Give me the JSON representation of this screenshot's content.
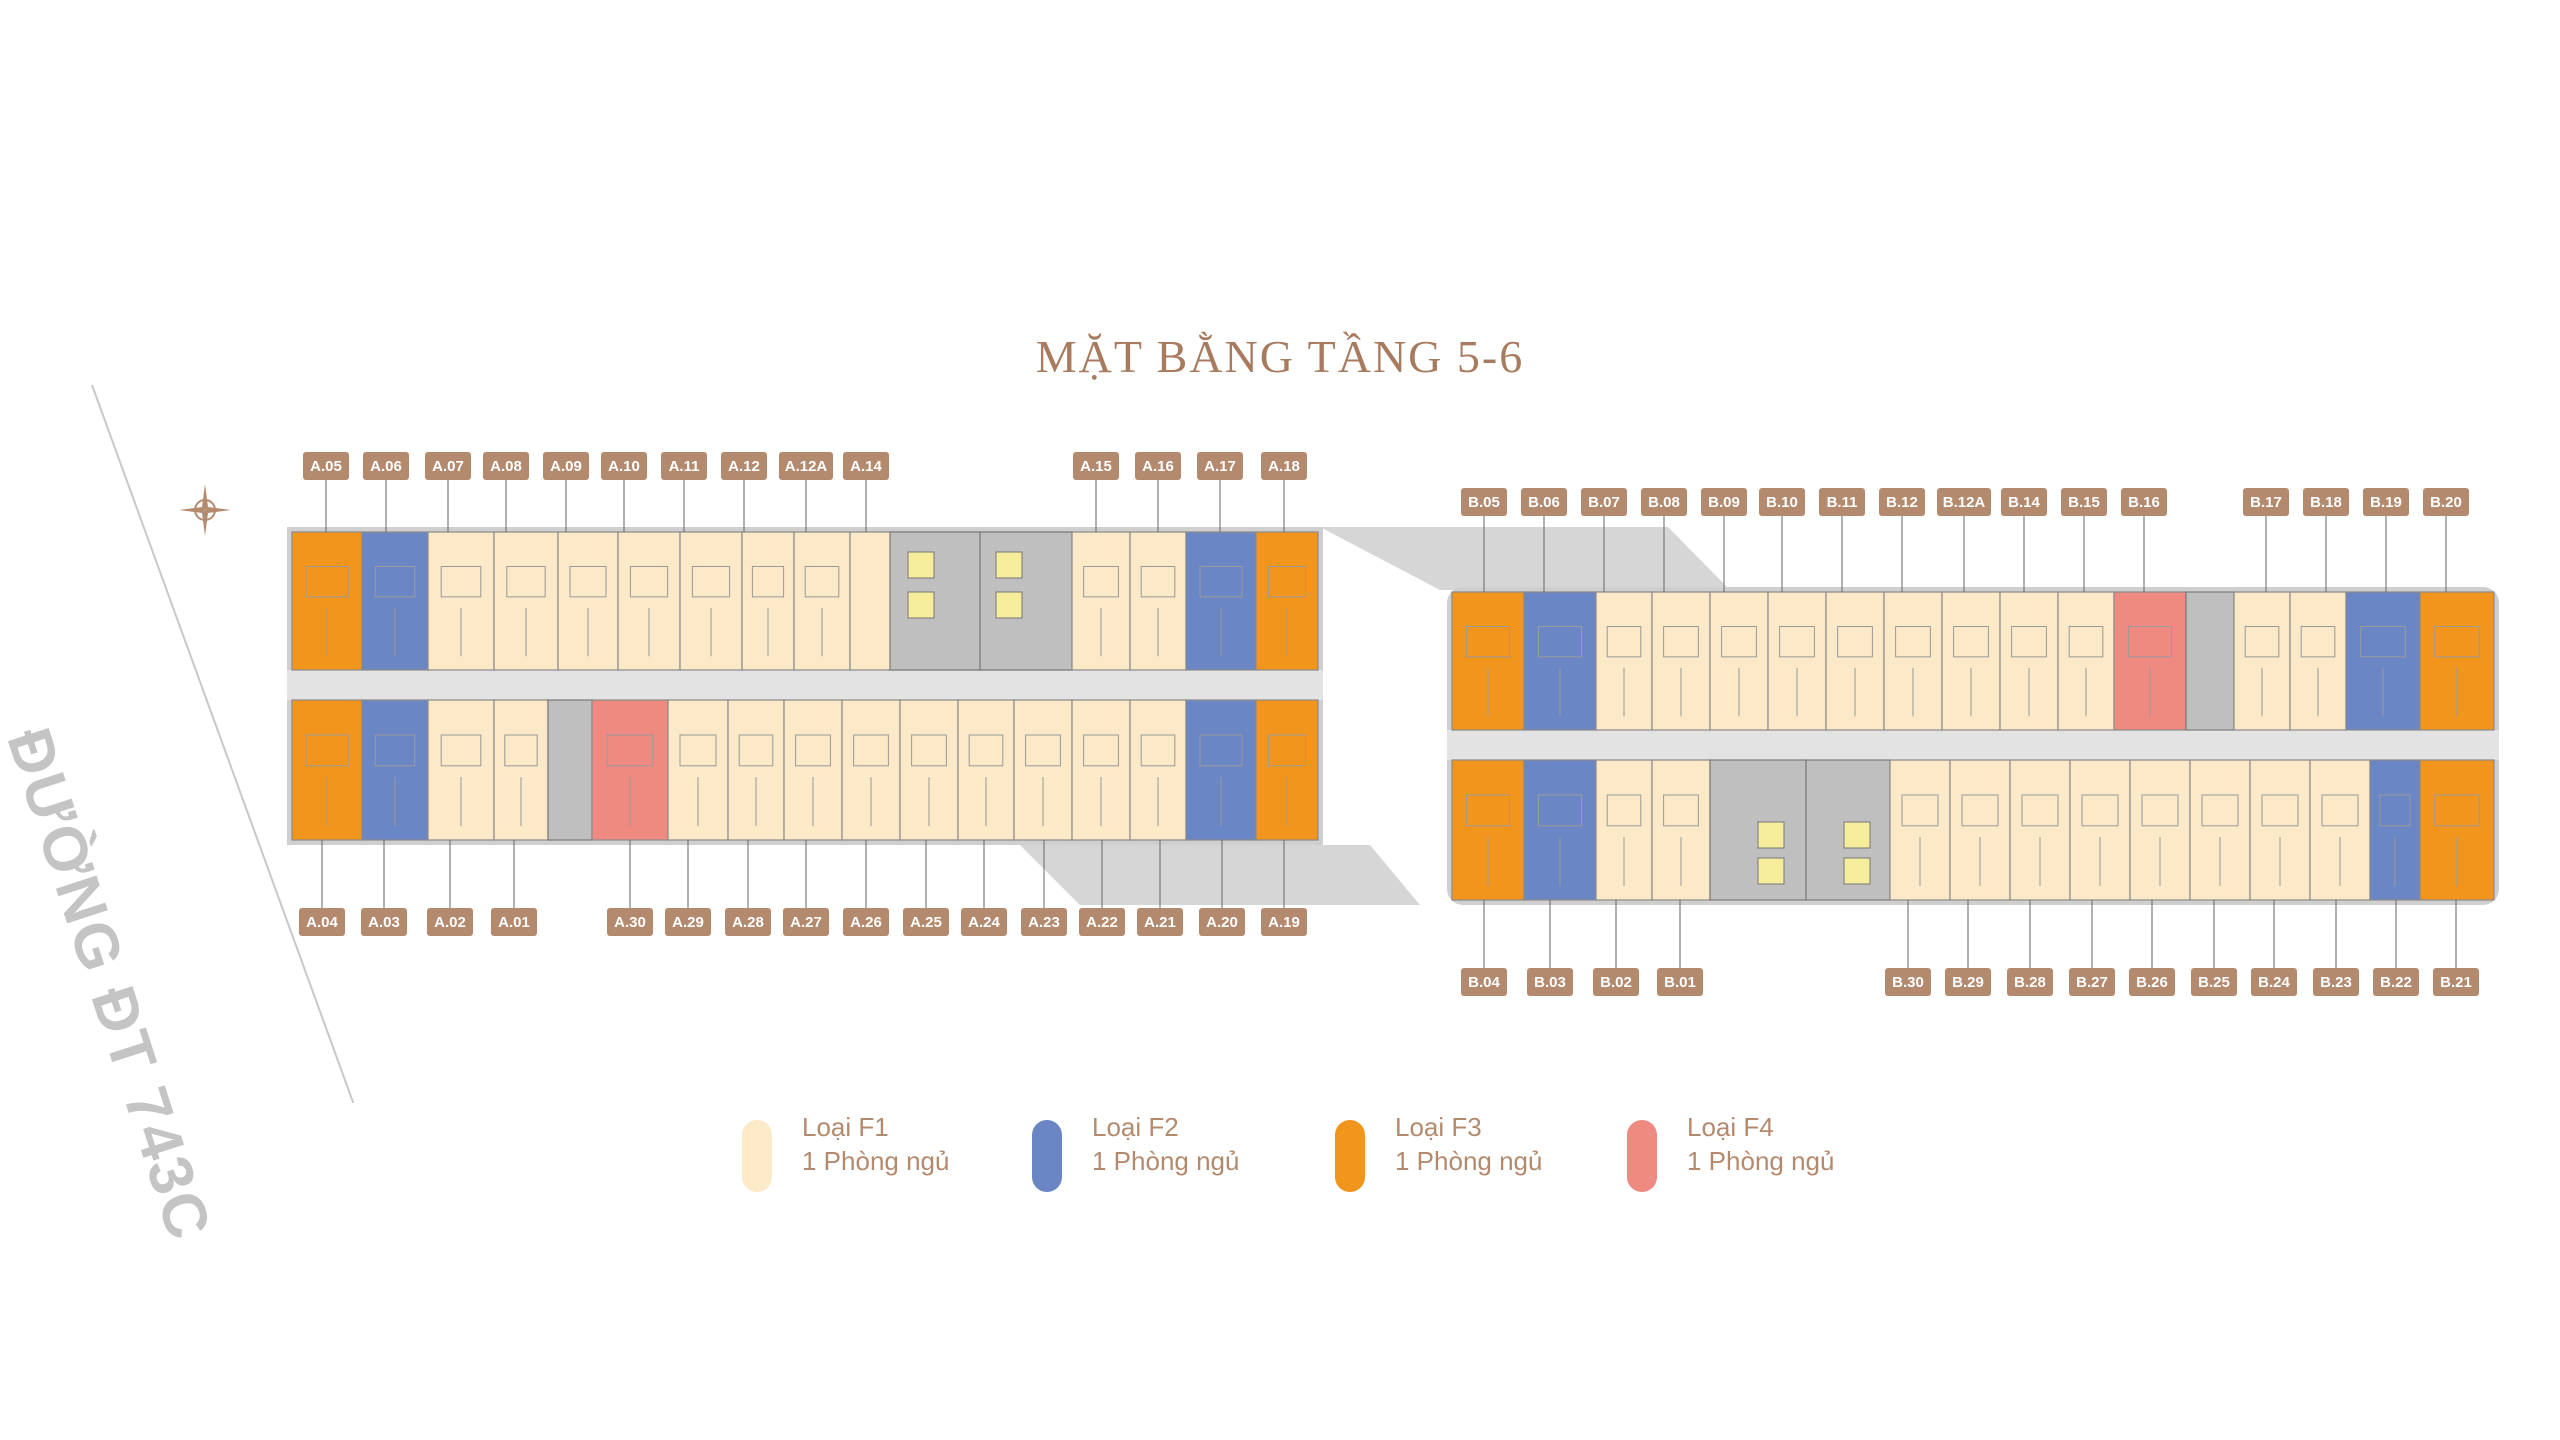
{
  "title": "MẶT BẰNG TẦNG 5-6",
  "road": "ĐƯỜNG ĐT 743C",
  "colors": {
    "F1": "#fbe9c7",
    "F2": "#6b86c4",
    "F3": "#f1951d",
    "F4": "#ef8a80",
    "corridor": "#e3e3e3",
    "service": "#bfbfbf",
    "tag": "#b48a6e",
    "text": "#b48a6e"
  },
  "blockA": {
    "top": [
      {
        "label": "A.05",
        "type": "F3"
      },
      {
        "label": "A.06",
        "type": "F2"
      },
      {
        "label": "A.07",
        "type": "F1"
      },
      {
        "label": "A.08",
        "type": "F1"
      },
      {
        "label": "A.09",
        "type": "F1"
      },
      {
        "label": "A.10",
        "type": "F1"
      },
      {
        "label": "A.11",
        "type": "F1"
      },
      {
        "label": "A.12",
        "type": "F1"
      },
      {
        "label": "A.12A",
        "type": "F1"
      },
      {
        "label": "A.14",
        "type": "F1"
      },
      {
        "label": "A.15",
        "type": "F1"
      },
      {
        "label": "A.16",
        "type": "F1"
      },
      {
        "label": "A.17",
        "type": "F2"
      },
      {
        "label": "A.18",
        "type": "F3"
      }
    ],
    "bottom": [
      {
        "label": "A.04",
        "type": "F3"
      },
      {
        "label": "A.03",
        "type": "F2"
      },
      {
        "label": "A.02",
        "type": "F1"
      },
      {
        "label": "A.01",
        "type": "F1"
      },
      {
        "label": "A.30",
        "type": "F4"
      },
      {
        "label": "A.29",
        "type": "F1"
      },
      {
        "label": "A.28",
        "type": "F1"
      },
      {
        "label": "A.27",
        "type": "F1"
      },
      {
        "label": "A.26",
        "type": "F1"
      },
      {
        "label": "A.25",
        "type": "F1"
      },
      {
        "label": "A.24",
        "type": "F1"
      },
      {
        "label": "A.23",
        "type": "F1"
      },
      {
        "label": "A.22",
        "type": "F1"
      },
      {
        "label": "A.21",
        "type": "F1"
      },
      {
        "label": "A.20",
        "type": "F2"
      },
      {
        "label": "A.19",
        "type": "F3"
      }
    ]
  },
  "blockB": {
    "top": [
      {
        "label": "B.05",
        "type": "F3"
      },
      {
        "label": "B.06",
        "type": "F2"
      },
      {
        "label": "B.07",
        "type": "F1"
      },
      {
        "label": "B.08",
        "type": "F1"
      },
      {
        "label": "B.09",
        "type": "F1"
      },
      {
        "label": "B.10",
        "type": "F1"
      },
      {
        "label": "B.11",
        "type": "F1"
      },
      {
        "label": "B.12",
        "type": "F1"
      },
      {
        "label": "B.12A",
        "type": "F1"
      },
      {
        "label": "B.14",
        "type": "F1"
      },
      {
        "label": "B.15",
        "type": "F1"
      },
      {
        "label": "B.16",
        "type": "F4"
      },
      {
        "label": "B.17",
        "type": "F1"
      },
      {
        "label": "B.18",
        "type": "F1"
      },
      {
        "label": "B.19",
        "type": "F2"
      },
      {
        "label": "B.20",
        "type": "F3"
      }
    ],
    "bottom": [
      {
        "label": "B.04",
        "type": "F3"
      },
      {
        "label": "B.03",
        "type": "F2"
      },
      {
        "label": "B.02",
        "type": "F1"
      },
      {
        "label": "B.01",
        "type": "F1"
      },
      {
        "label": "B.30",
        "type": "F1"
      },
      {
        "label": "B.29",
        "type": "F1"
      },
      {
        "label": "B.28",
        "type": "F1"
      },
      {
        "label": "B.27",
        "type": "F1"
      },
      {
        "label": "B.26",
        "type": "F1"
      },
      {
        "label": "B.25",
        "type": "F1"
      },
      {
        "label": "B.24",
        "type": "F1"
      },
      {
        "label": "B.23",
        "type": "F1"
      },
      {
        "label": "B.22",
        "type": "F2"
      },
      {
        "label": "B.21",
        "type": "F3"
      }
    ]
  },
  "legend": [
    {
      "type": "Loại F1",
      "desc": "1 Phòng ngủ",
      "color": "#fbe9c7"
    },
    {
      "type": "Loại F2",
      "desc": "1 Phòng ngủ",
      "color": "#6b86c4"
    },
    {
      "type": "Loại F3",
      "desc": "1 Phòng ngủ",
      "color": "#f1951d"
    },
    {
      "type": "Loại F4",
      "desc": "1 Phòng ngủ",
      "color": "#ef8a80"
    }
  ]
}
